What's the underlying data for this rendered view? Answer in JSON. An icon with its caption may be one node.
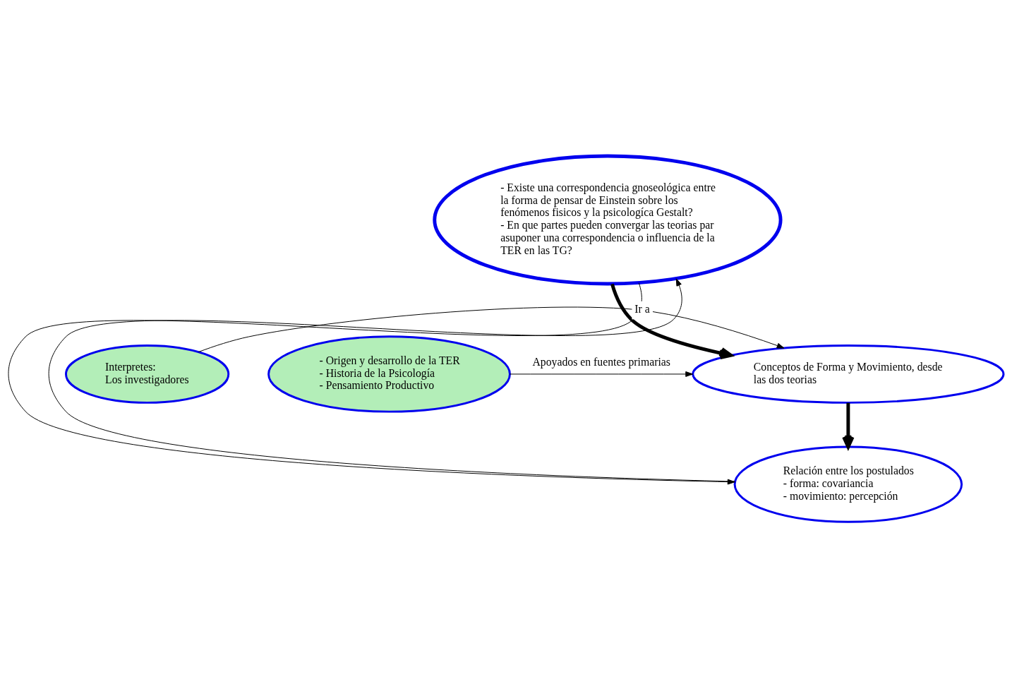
{
  "diagram": {
    "nodes": [
      {
        "text": [
          "- Existe una correspondencia gnoseológica entre la forma de pensar de Einstein sobre los fenómenos fisicos y la psicologíca Gestalt?",
          "- En que partes pueden convergar las teorias par asuponer una correspondencia o influencia de la TER en las TG?"
        ]
      },
      {
        "text": [
          "Interpretes:",
          "Los investigadores"
        ]
      },
      {
        "text": [
          "Conceptos de Forma y Movimiento, desde las dos teorias"
        ]
      },
      {
        "text": [
          "- Origen y desarrollo de la TER",
          "- Historia de la Psicología",
          "- Pensamiento Productivo"
        ]
      },
      {
        "text": [
          "Relación entre los postulados",
          "- forma: covariancia",
          "- movimiento: percepción"
        ]
      }
    ],
    "edges": [
      {
        "from": 0,
        "to": 2,
        "arrow": "to",
        "style": "thick"
      },
      {
        "from": 1,
        "to": 2,
        "arrow": "to",
        "label": "Ir a"
      },
      {
        "from": 3,
        "to": 2,
        "arrow": "to",
        "label": "Apoyados en fuentes primarias"
      },
      {
        "from": 2,
        "to": 4,
        "arrow": "to",
        "style": "thick"
      },
      {
        "from": 0,
        "to": 4,
        "arrow": "to"
      },
      {
        "from": 4,
        "to": 0,
        "arrow": "to"
      }
    ]
  }
}
